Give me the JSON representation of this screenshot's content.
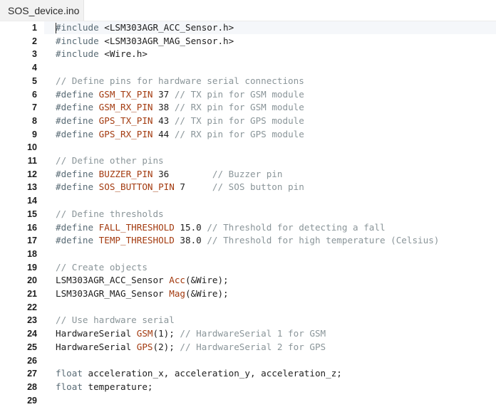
{
  "tab": {
    "title": "SOS_device.ino"
  },
  "editor": {
    "lines": [
      {
        "n": "1",
        "segs": [
          [
            "kw",
            "#include "
          ],
          [
            "nm",
            "<LSM303AGR_ACC_Sensor.h>"
          ]
        ]
      },
      {
        "n": "2",
        "segs": [
          [
            "kw",
            "#include "
          ],
          [
            "nm",
            "<LSM303AGR_MAG_Sensor.h>"
          ]
        ]
      },
      {
        "n": "3",
        "segs": [
          [
            "kw",
            "#include "
          ],
          [
            "nm",
            "<Wire.h>"
          ]
        ]
      },
      {
        "n": "4",
        "segs": []
      },
      {
        "n": "5",
        "segs": [
          [
            "cm",
            "// Define pins for hardware serial connections"
          ]
        ]
      },
      {
        "n": "6",
        "segs": [
          [
            "kw",
            "#define "
          ],
          [
            "mac",
            "GSM_TX_PIN"
          ],
          [
            "nm",
            " 37 "
          ],
          [
            "cm",
            "// TX pin for GSM module"
          ]
        ]
      },
      {
        "n": "7",
        "segs": [
          [
            "kw",
            "#define "
          ],
          [
            "mac",
            "GSM_RX_PIN"
          ],
          [
            "nm",
            " 38 "
          ],
          [
            "cm",
            "// RX pin for GSM module"
          ]
        ]
      },
      {
        "n": "8",
        "segs": [
          [
            "kw",
            "#define "
          ],
          [
            "mac",
            "GPS_TX_PIN"
          ],
          [
            "nm",
            " 43 "
          ],
          [
            "cm",
            "// TX pin for GPS module"
          ]
        ]
      },
      {
        "n": "9",
        "segs": [
          [
            "kw",
            "#define "
          ],
          [
            "mac",
            "GPS_RX_PIN"
          ],
          [
            "nm",
            " 44 "
          ],
          [
            "cm",
            "// RX pin for GPS module"
          ]
        ]
      },
      {
        "n": "10",
        "segs": []
      },
      {
        "n": "11",
        "segs": [
          [
            "cm",
            "// Define other pins"
          ]
        ]
      },
      {
        "n": "12",
        "segs": [
          [
            "kw",
            "#define "
          ],
          [
            "mac",
            "BUZZER_PIN"
          ],
          [
            "nm",
            " 36        "
          ],
          [
            "cm",
            "// Buzzer pin"
          ]
        ]
      },
      {
        "n": "13",
        "segs": [
          [
            "kw",
            "#define "
          ],
          [
            "mac",
            "SOS_BUTTON_PIN"
          ],
          [
            "nm",
            " 7     "
          ],
          [
            "cm",
            "// SOS button pin"
          ]
        ]
      },
      {
        "n": "14",
        "segs": []
      },
      {
        "n": "15",
        "segs": [
          [
            "cm",
            "// Define thresholds"
          ]
        ]
      },
      {
        "n": "16",
        "segs": [
          [
            "kw",
            "#define "
          ],
          [
            "mac",
            "FALL_THRESHOLD"
          ],
          [
            "nm",
            " 15.0 "
          ],
          [
            "cm",
            "// Threshold for detecting a fall"
          ]
        ]
      },
      {
        "n": "17",
        "segs": [
          [
            "kw",
            "#define "
          ],
          [
            "mac",
            "TEMP_THRESHOLD"
          ],
          [
            "nm",
            " 38.0 "
          ],
          [
            "cm",
            "// Threshold for high temperature (Celsius)"
          ]
        ]
      },
      {
        "n": "18",
        "segs": []
      },
      {
        "n": "19",
        "segs": [
          [
            "cm",
            "// Create objects"
          ]
        ]
      },
      {
        "n": "20",
        "segs": [
          [
            "nm",
            "LSM303AGR_ACC_Sensor "
          ],
          [
            "mac",
            "Acc"
          ],
          [
            "nm",
            "(&Wire);"
          ]
        ]
      },
      {
        "n": "21",
        "segs": [
          [
            "nm",
            "LSM303AGR_MAG_Sensor "
          ],
          [
            "mac",
            "Mag"
          ],
          [
            "nm",
            "(&Wire);"
          ]
        ]
      },
      {
        "n": "22",
        "segs": []
      },
      {
        "n": "23",
        "segs": [
          [
            "cm",
            "// Use hardware serial"
          ]
        ]
      },
      {
        "n": "24",
        "segs": [
          [
            "nm",
            "HardwareSerial "
          ],
          [
            "mac",
            "GSM"
          ],
          [
            "nm",
            "(1); "
          ],
          [
            "cm",
            "// HardwareSerial 1 for GSM"
          ]
        ]
      },
      {
        "n": "25",
        "segs": [
          [
            "nm",
            "HardwareSerial "
          ],
          [
            "mac",
            "GPS"
          ],
          [
            "nm",
            "(2); "
          ],
          [
            "cm",
            "// HardwareSerial 2 for GPS"
          ]
        ]
      },
      {
        "n": "26",
        "segs": []
      },
      {
        "n": "27",
        "segs": [
          [
            "kw",
            "float "
          ],
          [
            "nm",
            "acceleration_x, acceleration_y, acceleration_z;"
          ]
        ]
      },
      {
        "n": "28",
        "segs": [
          [
            "kw",
            "float "
          ],
          [
            "nm",
            "temperature;"
          ]
        ]
      },
      {
        "n": "29",
        "segs": []
      }
    ]
  }
}
